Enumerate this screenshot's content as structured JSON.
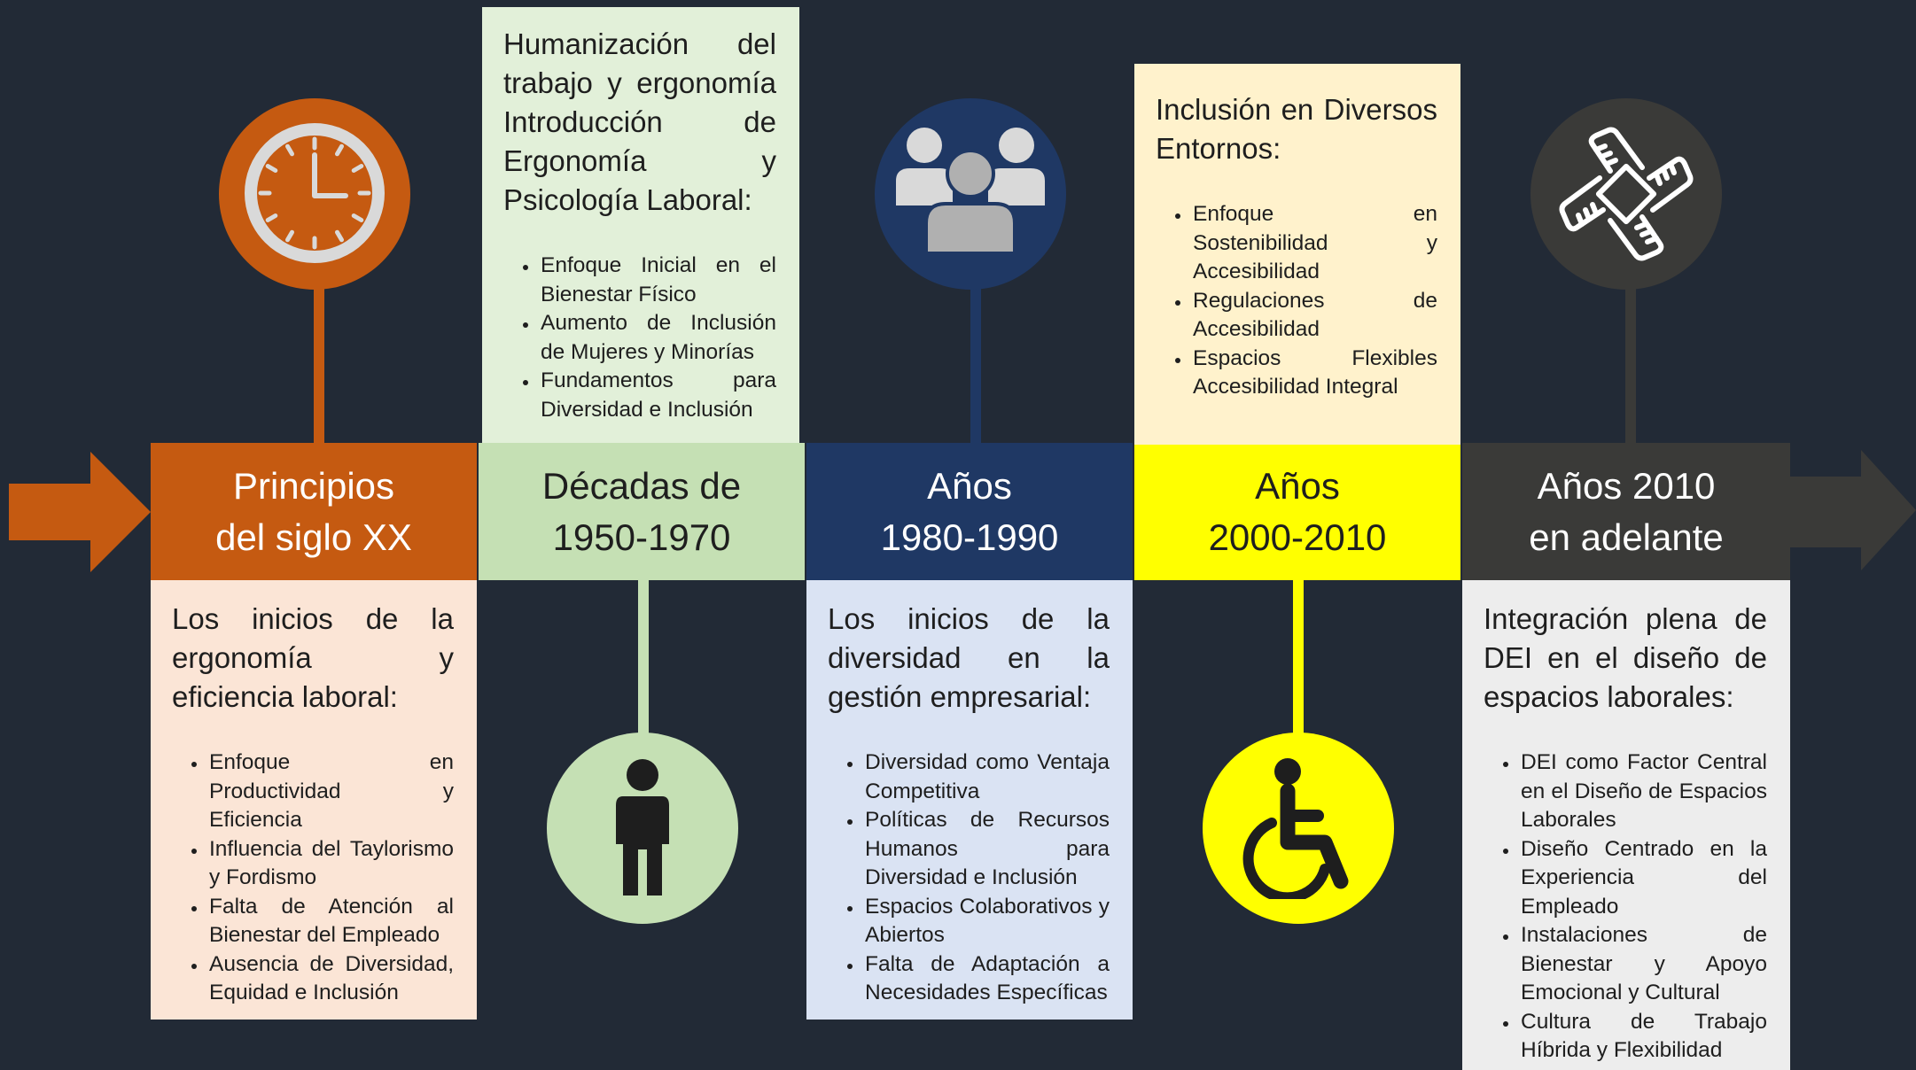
{
  "colors": {
    "background": "#222a36",
    "orange": "#c55a11",
    "green": "#c5e0b4",
    "navy": "#1f3864",
    "yellow": "#ffff00",
    "dark": "#3a3a38",
    "peach": "#fbe5d6",
    "light_green": "#e2f0d9",
    "light_blue": "#dae3f3",
    "light_yellow": "#fff2cc",
    "light_gray": "#ededed"
  },
  "periods": [
    {
      "line1": "Principios",
      "line2": "del siglo XX",
      "icon": "clock-icon",
      "heading": "Los inicios de la ergonomía y eficiencia laboral:",
      "items": [
        "Enfoque en Productividad y Eficiencia",
        "Influencia del Taylorismo y Fordismo",
        "Falta de Atención al Bienestar del Empleado",
        "Ausencia de Diversidad, Equidad e Inclusión"
      ]
    },
    {
      "line1": "Décadas de",
      "line2": "1950-1970",
      "icon": "person-icon",
      "heading": "Humanización del trabajo y ergonomía Introducción de Ergonomía y Psicología Laboral:",
      "items": [
        "Enfoque Inicial en el Bienestar Físico",
        "Aumento de Inclusión de Mujeres y Minorías",
        "Fundamentos para Diversidad e Inclusión"
      ]
    },
    {
      "line1": "Años",
      "line2": "1980-1990",
      "icon": "group-icon",
      "heading": "Los inicios de la diversidad en la gestión empresarial:",
      "items": [
        "Diversidad como Ventaja Competitiva",
        "Políticas de Recursos Humanos para Diversidad e Inclusión",
        "Espacios Colaborativos y Abiertos",
        "Falta de Adaptación a Necesidades Específicas"
      ]
    },
    {
      "line1": "Años",
      "line2": "2000-2010",
      "icon": "wheelchair-icon",
      "heading": "Inclusión en Diversos Entornos:",
      "items": [
        "Enfoque en Sostenibilidad y Accesibilidad",
        "Regulaciones de Accesibilidad",
        "Espacios Flexibles Accesibilidad Integral"
      ]
    },
    {
      "line1": "Años 2010",
      "line2": "en adelante",
      "icon": "joined-hands-icon",
      "heading": "Integración plena de DEI en el diseño de espacios laborales:",
      "items": [
        "DEI como Factor Central en el Diseño de Espacios Laborales",
        "Diseño Centrado en la Experiencia del Empleado",
        "Instalaciones de Bienestar y Apoyo Emocional y Cultural",
        "Cultura de Trabajo Híbrida y Flexibilidad"
      ]
    }
  ]
}
